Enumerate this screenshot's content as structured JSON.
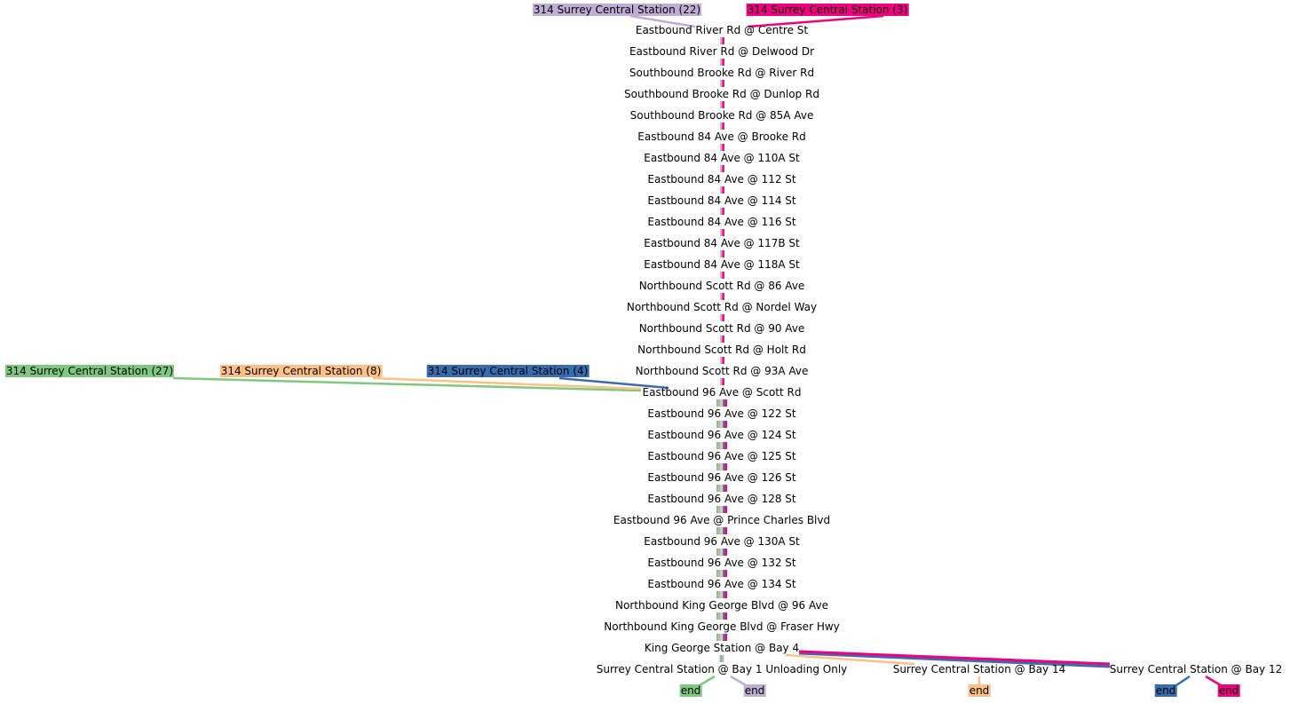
{
  "colors": {
    "green": "#7fc97f",
    "purple": "#beaed4",
    "orange": "#fdc086",
    "blue": "#386cb0",
    "pink": "#f0027f"
  },
  "routes": [
    {
      "label": "314 Surrey Central Station (22)",
      "color": "#beaed4"
    },
    {
      "label": "314 Surrey Central Station (3)",
      "color": "#f0027f"
    },
    {
      "label": "314 Surrey Central Station (27)",
      "color": "#7fc97f"
    },
    {
      "label": "314 Surrey Central Station (8)",
      "color": "#fdc086"
    },
    {
      "label": "314 Surrey Central Station (4)",
      "color": "#386cb0"
    }
  ],
  "stops": [
    "Eastbound River Rd @ Centre St",
    "Eastbound River Rd @ Delwood Dr",
    "Southbound Brooke Rd @ River Rd",
    "Southbound Brooke Rd @ Dunlop Rd",
    "Southbound Brooke Rd @ 85A Ave",
    "Eastbound 84 Ave @ Brooke Rd",
    "Eastbound 84 Ave @ 110A St",
    "Eastbound 84 Ave @ 112 St",
    "Eastbound 84 Ave @ 114 St",
    "Eastbound 84 Ave @ 116 St",
    "Eastbound 84 Ave @ 117B St",
    "Eastbound 84 Ave @ 118A St",
    "Northbound Scott Rd @ 86 Ave",
    "Northbound Scott Rd @ Nordel Way",
    "Northbound Scott Rd @ 90 Ave",
    "Northbound Scott Rd @ Holt Rd",
    "Northbound Scott Rd @ 93A Ave",
    "Eastbound 96 Ave @ Scott Rd",
    "Eastbound 96 Ave @ 122 St",
    "Eastbound 96 Ave @ 124 St",
    "Eastbound 96 Ave @ 125 St",
    "Eastbound 96 Ave @ 126 St",
    "Eastbound 96 Ave @ 128 St",
    "Eastbound 96 Ave @ Prince Charles Blvd",
    "Eastbound 96 Ave @ 130A St",
    "Eastbound 96 Ave @ 132 St",
    "Eastbound 96 Ave @ 134 St",
    "Northbound King George Blvd @ 96 Ave",
    "Northbound King George Blvd @ Fraser Hwy",
    "King George Station @ Bay 4",
    "Surrey Central Station @ Bay 1 Unloading Only"
  ],
  "terminals": [
    "Surrey Central Station @ Bay 14",
    "Surrey Central Station @ Bay 12"
  ],
  "ends": [
    {
      "label": "end",
      "color": "#7fc97f"
    },
    {
      "label": "end",
      "color": "#beaed4"
    },
    {
      "label": "end",
      "color": "#fdc086"
    },
    {
      "label": "end",
      "color": "#386cb0"
    },
    {
      "label": "end",
      "color": "#f0027f"
    }
  ]
}
